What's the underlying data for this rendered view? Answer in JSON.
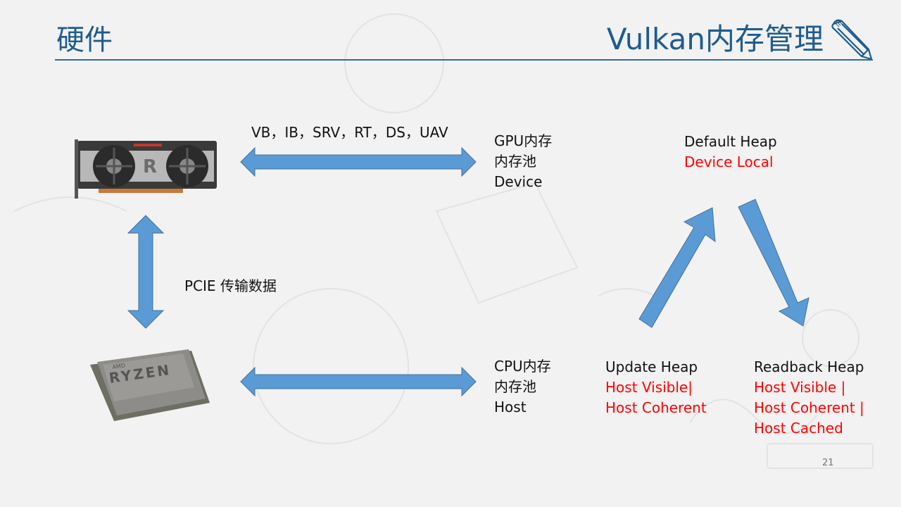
{
  "header": {
    "title_left": "硬件",
    "title_right": "Vulkan内存管理",
    "pencil_icon": "pencil-icon"
  },
  "top_link": {
    "label": "VB，IB，SRV，RT，DS，UAV"
  },
  "pcie": {
    "label": "PCIE 传输数据"
  },
  "gpu_memory": {
    "line1": "GPU内存",
    "line2": "内存池",
    "line3": "Device"
  },
  "cpu_memory": {
    "line1": "CPU内存",
    "line2": "内存池",
    "line3": "Host"
  },
  "default_heap": {
    "title": "Default Heap",
    "flags": [
      "Device Local"
    ]
  },
  "update_heap": {
    "title": "Update Heap",
    "flags": [
      "Host Visible|",
      "Host Coherent"
    ]
  },
  "readback_heap": {
    "title": "Readback Heap",
    "flags": [
      "Host Visible |",
      "Host Coherent |",
      "Host Cached"
    ]
  },
  "images": {
    "gpu": "graphics-card-image",
    "cpu": "ryzen-cpu-image",
    "gpu_brand": "R",
    "cpu_brand": "RYZEN",
    "cpu_maker": "AMD"
  },
  "colors": {
    "title_blue": "#1d5c8f",
    "arrow_fill": "#5b9bd5",
    "arrow_stroke": "#41719c",
    "flag_red": "#ff0000"
  },
  "footer": {
    "page_number": "21"
  }
}
